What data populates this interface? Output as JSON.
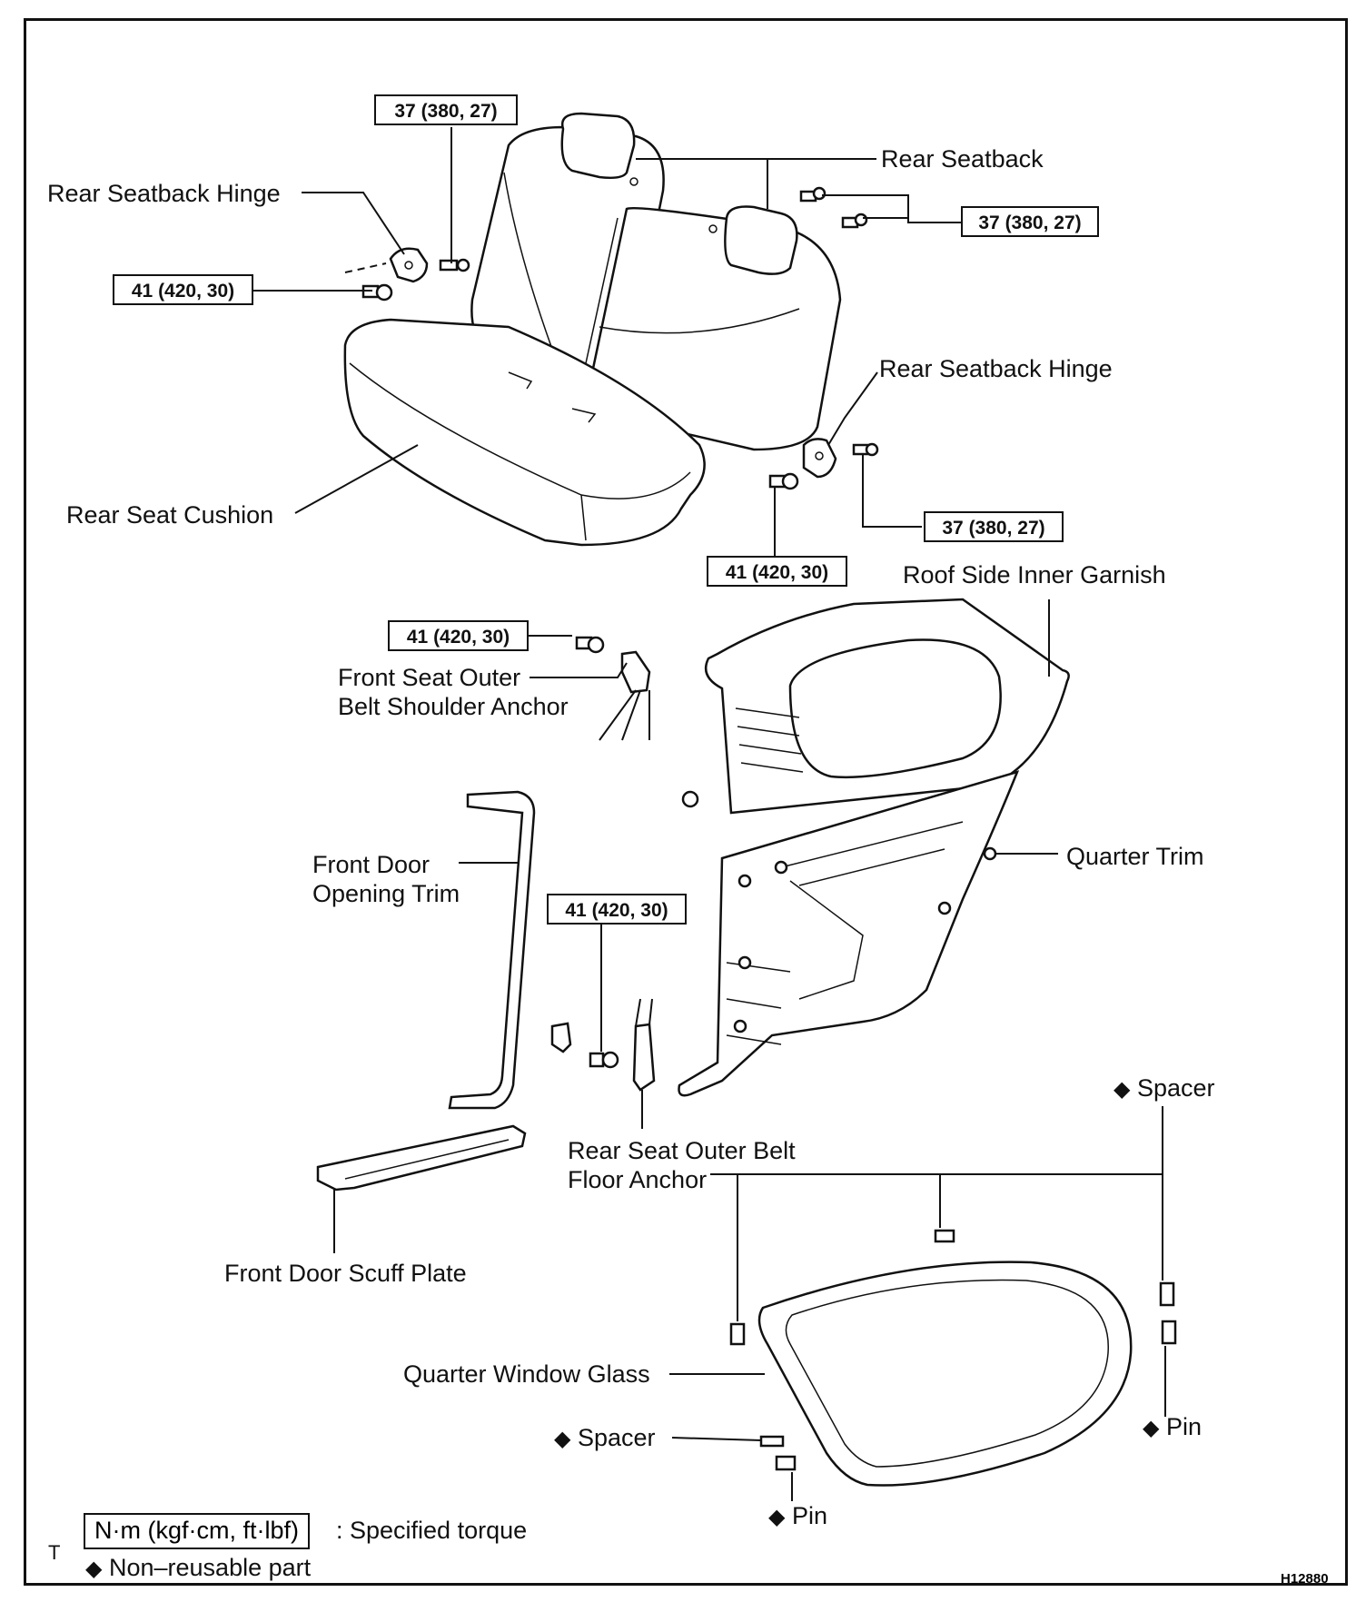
{
  "labels": {
    "rear_seatback": "Rear Seatback",
    "rear_seatback_hinge_left": "Rear Seatback Hinge",
    "rear_seatback_hinge_right": "Rear Seatback Hinge",
    "rear_seat_cushion": "Rear Seat Cushion",
    "roof_side_inner_garnish": "Roof Side Inner Garnish",
    "front_seat_outer_belt_shoulder_anchor_1": "Front Seat Outer",
    "front_seat_outer_belt_shoulder_anchor_2": "Belt Shoulder Anchor",
    "front_door_opening_trim_1": "Front Door",
    "front_door_opening_trim_2": "Opening Trim",
    "quarter_trim": "Quarter Trim",
    "rear_seat_outer_belt_floor_anchor_1": "Rear Seat Outer Belt",
    "rear_seat_outer_belt_floor_anchor_2": "Floor Anchor",
    "front_door_scuff_plate": "Front Door Scuff Plate",
    "quarter_window_glass": "Quarter Window Glass",
    "spacer_top": "Spacer",
    "spacer_bottom": "Spacer",
    "pin_right": "Pin",
    "pin_bottom": "Pin"
  },
  "torques": {
    "t1": "37 (380, 27)",
    "t2": "37 (380, 27)",
    "t3": "41 (420, 30)",
    "t4": "37 (380, 27)",
    "t5": "41 (420, 30)",
    "t6": "41 (420, 30)",
    "t7": "41 (420, 30)"
  },
  "legend": {
    "torque_unit": "N·m (kgf·cm, ft·lbf)",
    "torque_desc": ": Specified torque",
    "nonreusable_desc": "Non–reusable part",
    "diamond": "◆"
  },
  "margin_mark": "T",
  "figure_code": "H12880"
}
